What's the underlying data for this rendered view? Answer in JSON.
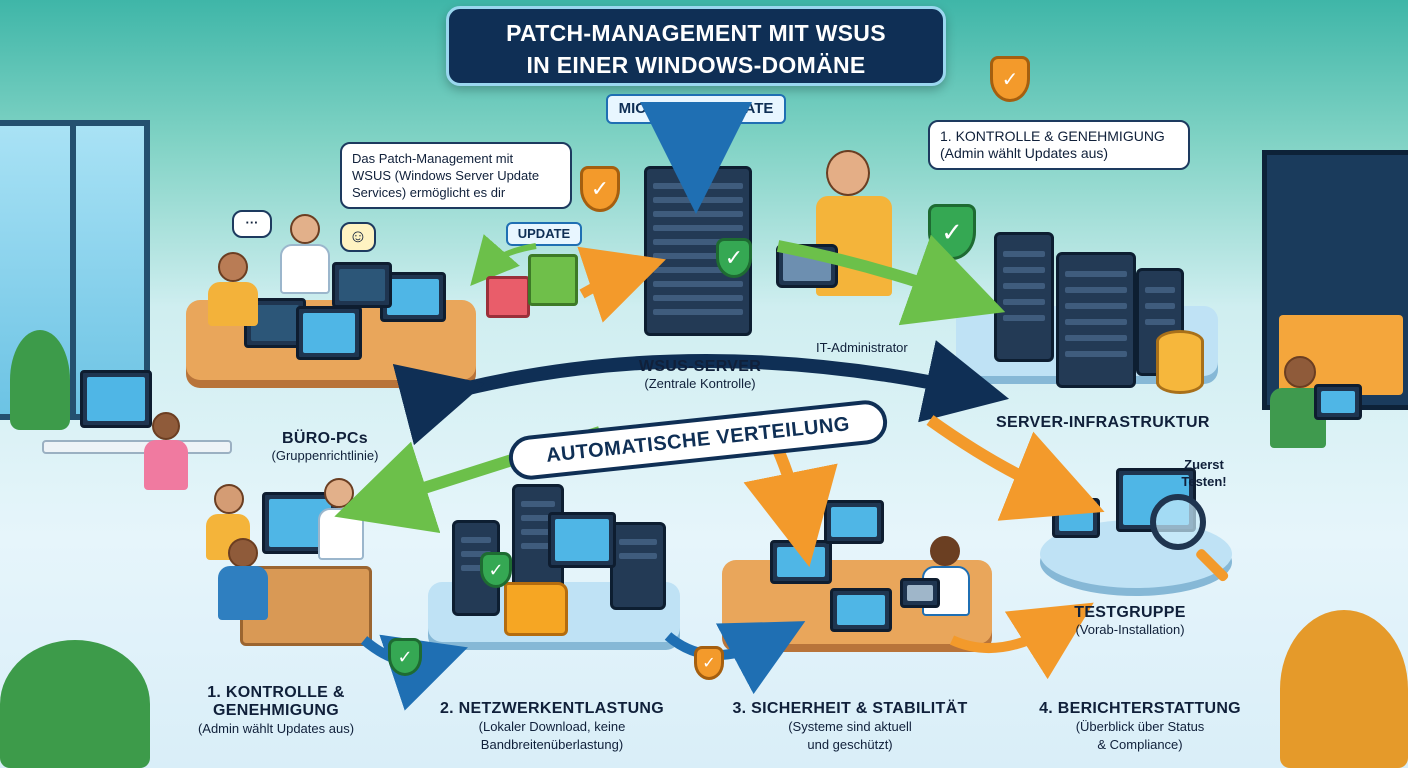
{
  "title": {
    "line1": "PATCH-MANAGEMENT MIT WSUS",
    "line2": "IN EINER WINDOWS-DOMÄNE"
  },
  "microsoft_update": "MICROSOFT UPDATE",
  "update_tag": "UPDATE",
  "intro_bubble": {
    "line1": "Das Patch-Management mit",
    "line2": "WSUS (Windows Server Update",
    "line3": "Services) ermöglicht es dir"
  },
  "control_bubble": {
    "line1": "1. KONTROLLE & GENEHMIGUNG",
    "line2": "(Admin wählt Updates aus)"
  },
  "wsus_server": {
    "title": "WSUS-SERVER",
    "subtitle": "(Zentrale Kontrolle)"
  },
  "it_admin": "IT-Administrator",
  "buero_pcs": {
    "title": "BÜRO-PCs",
    "subtitle": "(Gruppenrichtlinie)"
  },
  "server_infrastruktur": "SERVER-INFRASTRUKTUR",
  "automatische_verteilung": "AUTOMATISCHE VERTEILUNG",
  "zuerst_testen": {
    "line1": "Zuerst",
    "line2": "Testen!"
  },
  "testgruppe": {
    "title": "TESTGRUPPE",
    "subtitle": "(Vorab-Installation)"
  },
  "benefits": [
    {
      "title1": "1. KONTROLLE &",
      "title2": "GENEHMIGUNG",
      "sub1": "(Admin wählt Updates aus)",
      "sub2": ""
    },
    {
      "title1": "2. NETZWERKENTLASTUNG",
      "title2": "",
      "sub1": "(Lokaler Download, keine",
      "sub2": "Bandbreitenüberlastung)"
    },
    {
      "title1": "3. SICHERHEIT & STABILITÄT",
      "title2": "",
      "sub1": "(Systeme sind aktuell",
      "sub2": "und geschützt)"
    },
    {
      "title1": "4. BERICHTERSTATTUNG",
      "title2": "",
      "sub1": "(Überblick über Status",
      "sub2": "& Compliance)"
    }
  ],
  "colors": {
    "navy": "#0f2f55",
    "green_arrow": "#6cc04a",
    "orange_arrow": "#f39a2b",
    "blue_arrow": "#1f6fb3"
  }
}
